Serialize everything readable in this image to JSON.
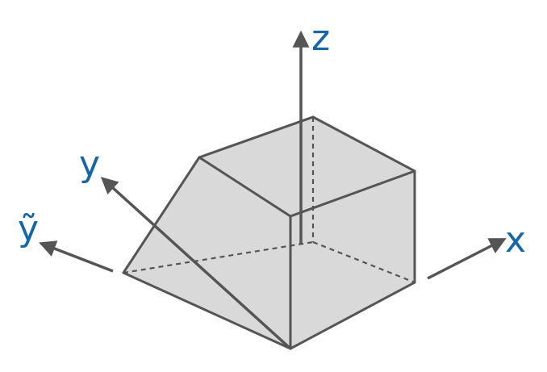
{
  "labels": {
    "z": "z",
    "y": "y",
    "y_tilde": "ỹ",
    "x": "x"
  },
  "colors": {
    "label": "#1565a8",
    "line": "#555555",
    "face": "#d9d9d9",
    "background": "#ffffff"
  }
}
